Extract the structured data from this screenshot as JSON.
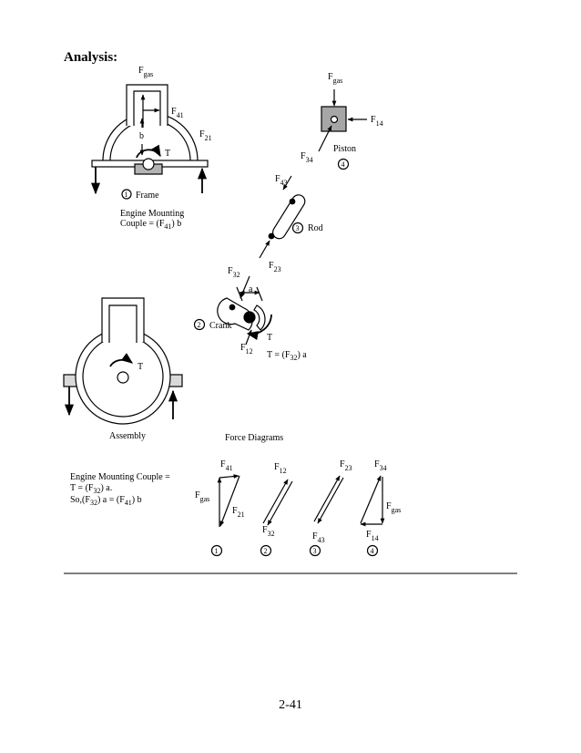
{
  "heading": "Analysis:",
  "page_number": "2-41",
  "frame_fbd": {
    "F_gas": {
      "main": "F",
      "sub": "gas"
    },
    "F41": {
      "main": "F",
      "sub": "41"
    },
    "F21": {
      "main": "F",
      "sub": "21"
    },
    "b": "b",
    "T": "T",
    "number": "1",
    "name": "Frame",
    "mount_line1": "Engine Mounting",
    "mount_line2_pre": "Couple = (F",
    "mount_line2_sub": "41",
    "mount_line2_post": ") b"
  },
  "piston_fbd": {
    "F_gas": {
      "main": "F",
      "sub": "gas"
    },
    "F14": {
      "main": "F",
      "sub": "14"
    },
    "name": "Piston",
    "F34": {
      "main": "F",
      "sub": "34"
    },
    "number": "4"
  },
  "rod_fbd": {
    "F43": {
      "main": "F",
      "sub": "43"
    },
    "number": "3",
    "name": "Rod",
    "F23": {
      "main": "F",
      "sub": "23"
    }
  },
  "crank_fbd": {
    "F32": {
      "main": "F",
      "sub": "32"
    },
    "a": "a",
    "number": "2",
    "name": "Crank",
    "T": "T",
    "F12": {
      "main": "F",
      "sub": "12"
    },
    "torque_pre": "T = (F",
    "torque_sub": "32",
    "torque_post": ") a"
  },
  "assembly": {
    "T": "T",
    "caption": "Assembly"
  },
  "force_diagrams": {
    "title": "Force Diagrams",
    "d1": {
      "F41": {
        "main": "F",
        "sub": "41"
      },
      "F_gas": {
        "main": "F",
        "sub": "gas"
      },
      "F21": {
        "main": "F",
        "sub": "21"
      },
      "number": "1"
    },
    "d2": {
      "F12": {
        "main": "F",
        "sub": "12"
      },
      "F32": {
        "main": "F",
        "sub": "32"
      },
      "number": "2"
    },
    "d3": {
      "F23": {
        "main": "F",
        "sub": "23"
      },
      "F43": {
        "main": "F",
        "sub": "43"
      },
      "number": "3"
    },
    "d4": {
      "F34": {
        "main": "F",
        "sub": "34"
      },
      "F_gas": {
        "main": "F",
        "sub": "gas"
      },
      "F14": {
        "main": "F",
        "sub": "14"
      },
      "number": "4"
    }
  },
  "notes": {
    "line1": "Engine Mounting Couple =",
    "line2_pre": "T = (F",
    "line2_sub": "32",
    "line2_post": ") a.",
    "line3_pre": "So,(F",
    "line3_sub1": "32",
    "line3_mid": ") a = (F",
    "line3_sub2": "41",
    "line3_post": ") b"
  }
}
